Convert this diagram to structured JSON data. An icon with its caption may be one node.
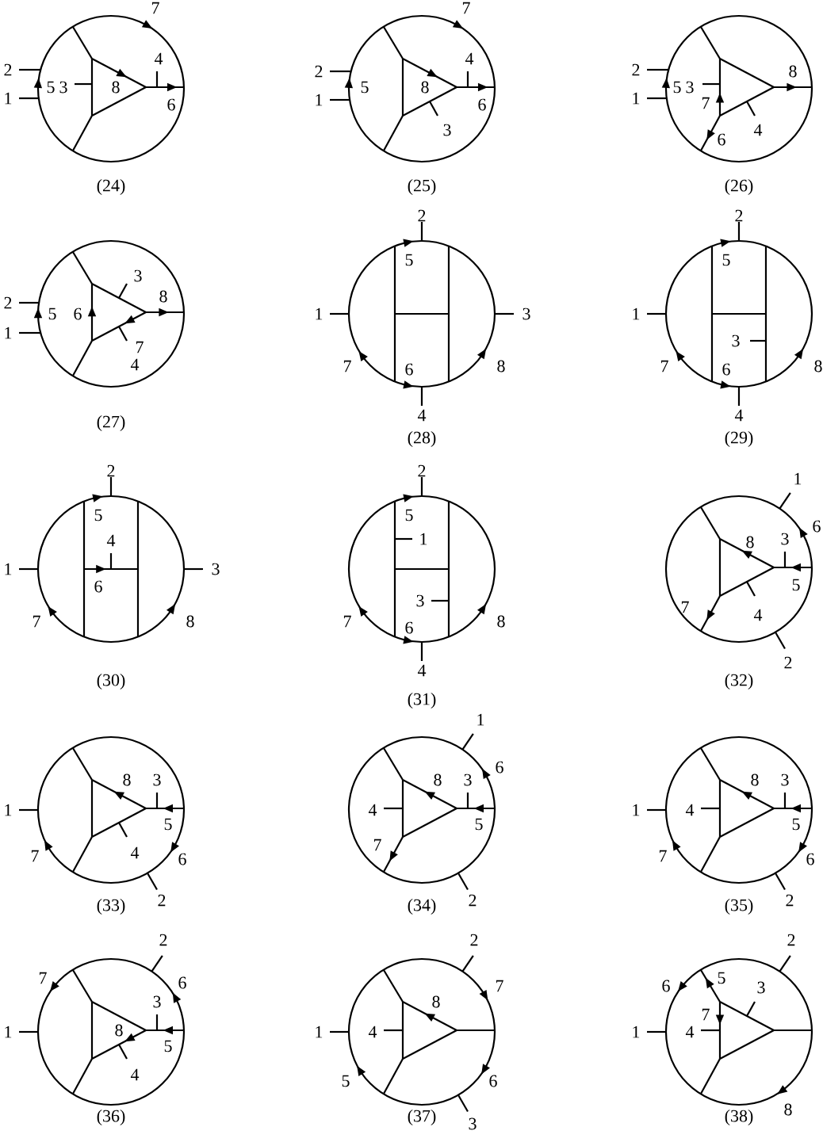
{
  "diagram": {
    "labels": [
      "7",
      "2",
      "4",
      "5",
      "3",
      "8",
      "1",
      "6",
      "(24)",
      "7",
      "2",
      "4",
      "5",
      "8",
      "1",
      "6",
      "3",
      "(25)",
      "2",
      "8",
      "5",
      "3",
      "1",
      "7",
      "4",
      "6",
      "(26)",
      "3",
      "2",
      "8",
      "5",
      "6",
      "7",
      "1",
      "4",
      "(27)",
      "2",
      "5",
      "1",
      "3",
      "7",
      "6",
      "8",
      "4",
      "(28)",
      "2",
      "5",
      "1",
      "3",
      "7",
      "6",
      "8",
      "4",
      "(29)",
      "2",
      "5",
      "4",
      "1",
      "3",
      "6",
      "7",
      "8",
      "(30)",
      "2",
      "5",
      "1",
      "3",
      "7",
      "6",
      "8",
      "4",
      "(31)",
      "1",
      "6",
      "8",
      "3",
      "5",
      "4",
      "7",
      "2",
      "(32)",
      "8",
      "3",
      "1",
      "5",
      "7",
      "4",
      "6",
      "(33)",
      "2",
      "1",
      "6",
      "8",
      "3",
      "4",
      "5",
      "7",
      "(34)",
      "2",
      "8",
      "3",
      "1",
      "4",
      "5",
      "7",
      "6",
      "(35)",
      "2",
      "2",
      "7",
      "6",
      "3",
      "1",
      "8",
      "5",
      "4",
      "(36)",
      "2",
      "7",
      "8",
      "1",
      "4",
      "5",
      "6",
      "(37)",
      "3",
      "2",
      "6",
      "5",
      "3",
      "7",
      "1",
      "4",
      "8",
      "(38)"
    ]
  }
}
